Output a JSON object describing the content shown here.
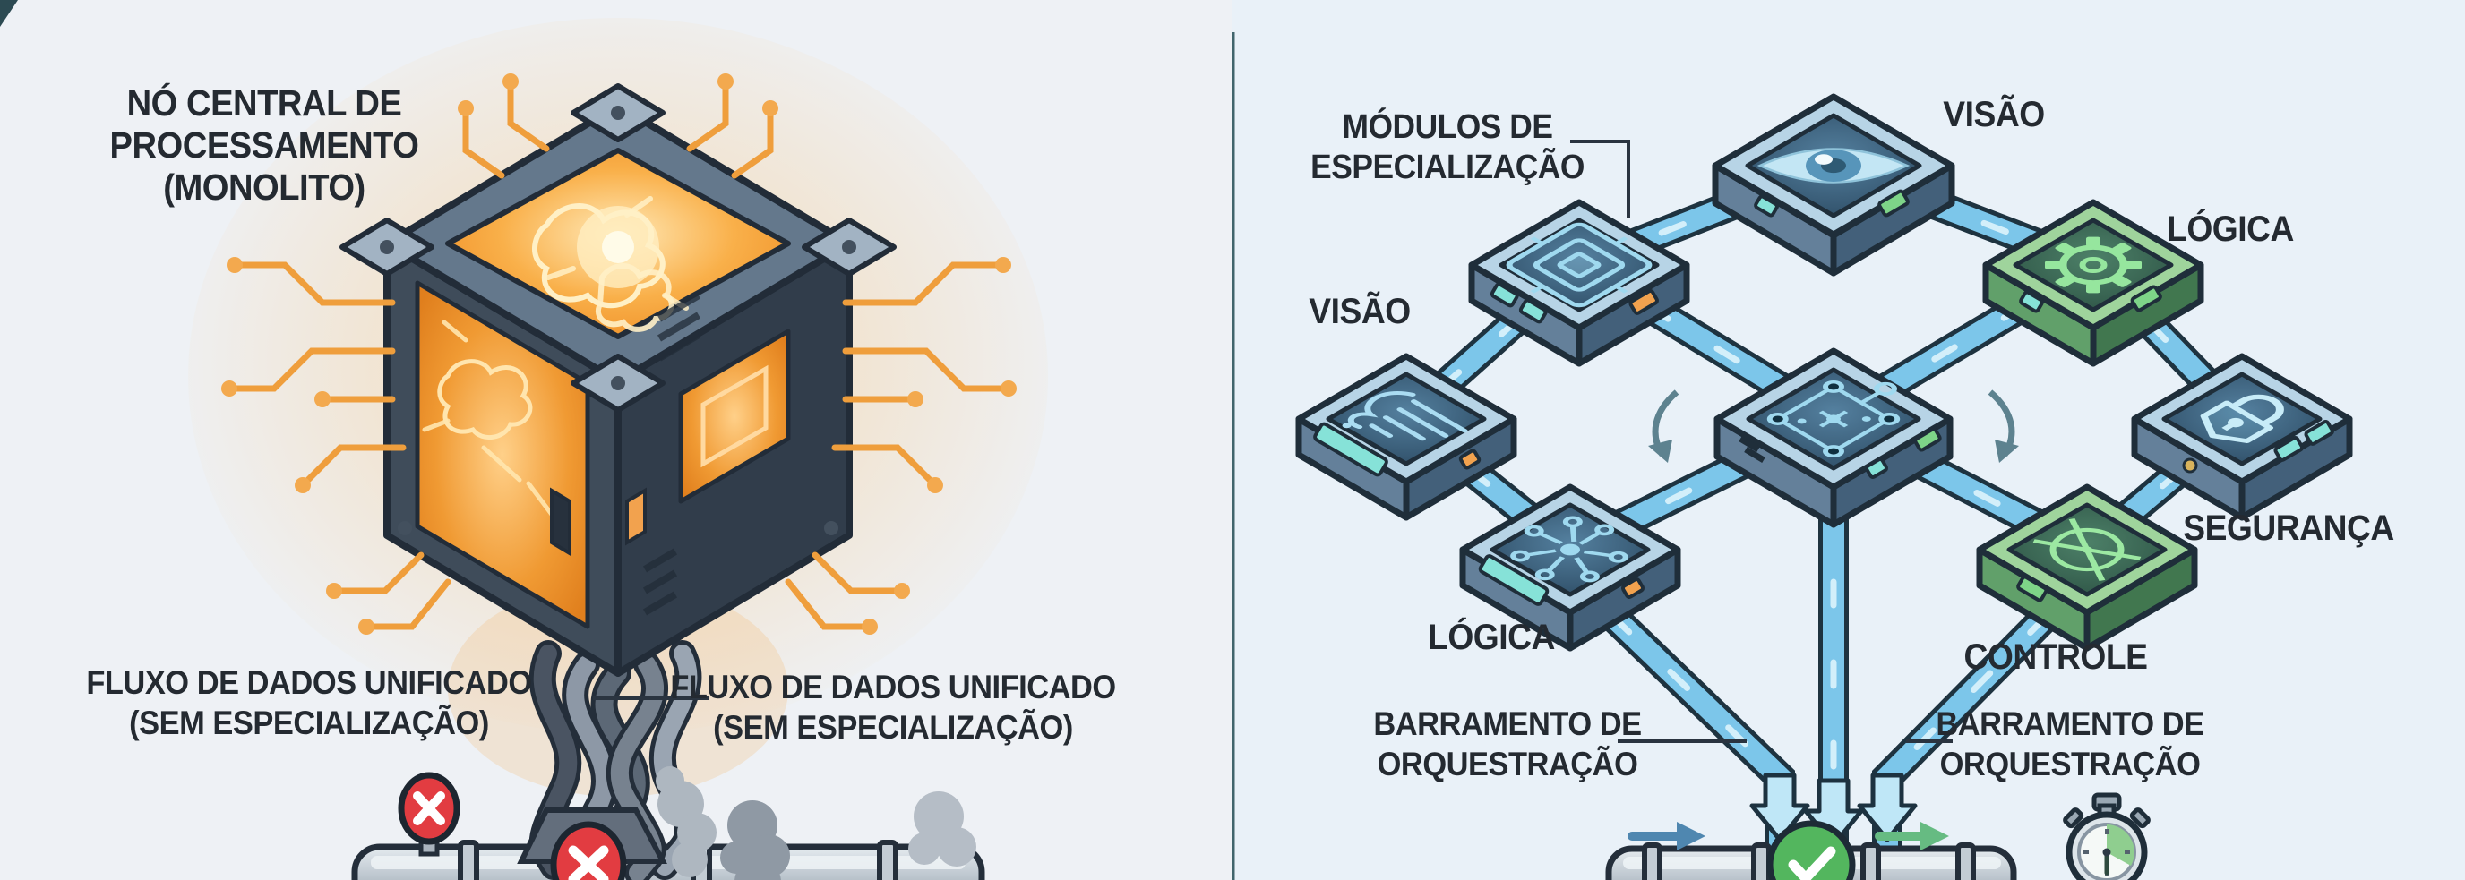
{
  "meta": {
    "background": "#edf1f6",
    "divider_color": "#41656c",
    "ink": "#242a31",
    "accent_orange": "#f29030",
    "pipe_blue": "#7cc6ea",
    "module_green": "#9fd49c",
    "error_red": "#e23c41",
    "success_green": "#53b65e"
  },
  "icons": {
    "monolith-cube-icon": "◆",
    "twisted-cables-icon": "〰",
    "pipeline-icon": "▭",
    "x-circle-icon": "✖",
    "smoke-icon": "☁",
    "eye-icon": "👁",
    "chip-icon": "▣",
    "gear-icon": "⚙",
    "sketch-icon": "✎",
    "network-icon": "⿻",
    "lock-icon": "🔒",
    "hub-icon": "✳",
    "orbit-icon": "⊕",
    "check-circle-icon": "✔",
    "stopwatch-icon": "⏱",
    "arrow-down-icon": "↓",
    "arrow-right-blue-icon": "→",
    "arrow-right-green-icon": "→",
    "curved-arrow-icon": "⤵"
  },
  "left_panel": {
    "title_lines": [
      "NÓ CENTRAL DE",
      "PROCESSAMENTO",
      "(MONOLITO)"
    ],
    "flow_label_left_lines": [
      "FLUXO DE DADOS UNIFICADO",
      "(SEM ESPECIALIZAÇÃO)"
    ],
    "flow_label_right_lines": [
      "FLUXO DE DADOS UNIFICADO",
      "(SEM ESPECIALIZAÇÃO)"
    ],
    "monolith": {
      "icon": "monolith-cube-icon",
      "glow_color": "#f29030"
    },
    "cables": {
      "icon": "twisted-cables-icon"
    },
    "pipeline": {
      "icon": "pipeline-icon",
      "error_badge_icon": "x-circle-icon",
      "error_badge_count": 2,
      "smoke_icon": "smoke-icon"
    }
  },
  "right_panel": {
    "modules_label_lines": [
      "MÓDULOS DE",
      "ESPECIALIZAÇÃO"
    ],
    "module_labels": {
      "vision_top": "VISÃO",
      "logic_top": "LÓGICA",
      "vision_left": "VISÃO",
      "security": "SEGURANÇA",
      "logic_bottom": "LÓGICA",
      "control": "CONTROLE"
    },
    "bus_label_left_lines": [
      "BARRAMENTO DE",
      "ORQUESTRAÇÃO"
    ],
    "bus_label_right_lines": [
      "BARRAMENTO DE",
      "ORQUESTRAÇÃO"
    ],
    "modules": [
      {
        "id": "vision-top",
        "icon": "eye-icon",
        "frame": "blue"
      },
      {
        "id": "specialization",
        "icon": "chip-icon",
        "frame": "blue"
      },
      {
        "id": "logic-top",
        "icon": "gear-icon",
        "frame": "green"
      },
      {
        "id": "vision-left",
        "icon": "sketch-icon",
        "frame": "blue"
      },
      {
        "id": "core",
        "icon": "network-icon",
        "frame": "blue"
      },
      {
        "id": "security",
        "icon": "lock-icon",
        "frame": "blue"
      },
      {
        "id": "logic-bottom",
        "icon": "hub-icon",
        "frame": "blue"
      },
      {
        "id": "control",
        "icon": "orbit-icon",
        "frame": "green"
      }
    ],
    "status": {
      "success_icon": "check-circle-icon",
      "timer_icon": "stopwatch-icon"
    }
  }
}
